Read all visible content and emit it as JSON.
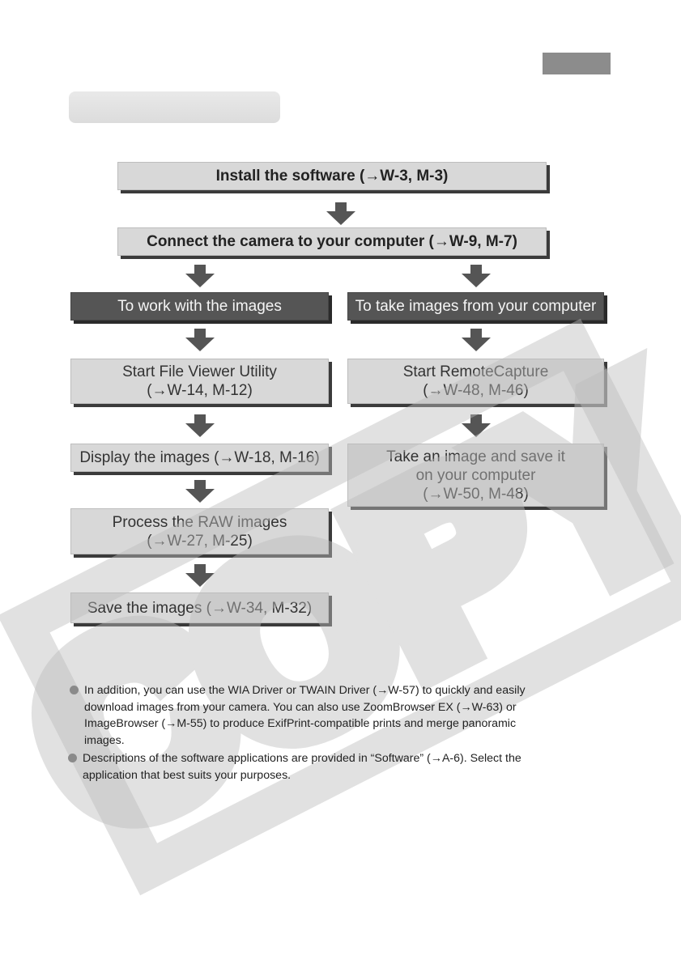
{
  "flow": {
    "install": "Install the software (→W-3, M-3)",
    "connect": "Connect the camera to your computer (→W-9, M-7)",
    "left": {
      "header": "To work with the images",
      "start_line1": "Start File Viewer Utility",
      "start_line2": "(→W-14, M-12)",
      "display": "Display the images (→W-18, M-16)",
      "process_line1": "Process the RAW images",
      "process_line2": "(→W-27, M-25)",
      "save": "Save the images (→W-34, M-32)"
    },
    "right": {
      "header": "To take images from your computer",
      "start_line1": "Start RemoteCapture",
      "start_line2": "(→W-48, M-46)",
      "take_line1": "Take an image and save it",
      "take_line2": "on your computer",
      "take_line3": "(→W-50, M-48)"
    }
  },
  "notes": [
    {
      "line1": "In addition, you can use the WIA Driver or TWAIN Driver (→W-57) to quickly and easily",
      "line2": "download images from your camera. You can also use ZoomBrowser EX (→W-63) or",
      "line3": "ImageBrowser (→M-55) to produce ExifPrint-compatible prints and merge panoramic",
      "line4": "images."
    },
    {
      "line1": "Descriptions of the software applications are provided in “Software” (→A-6). Select the",
      "line2": "application that best suits your purposes."
    }
  ],
  "watermark_text": "COPY",
  "colors": {
    "box_fill": "#d8d8d8",
    "dark_box_fill": "#555555",
    "arrow": "#555555",
    "shadow": "#3b3b3b"
  }
}
